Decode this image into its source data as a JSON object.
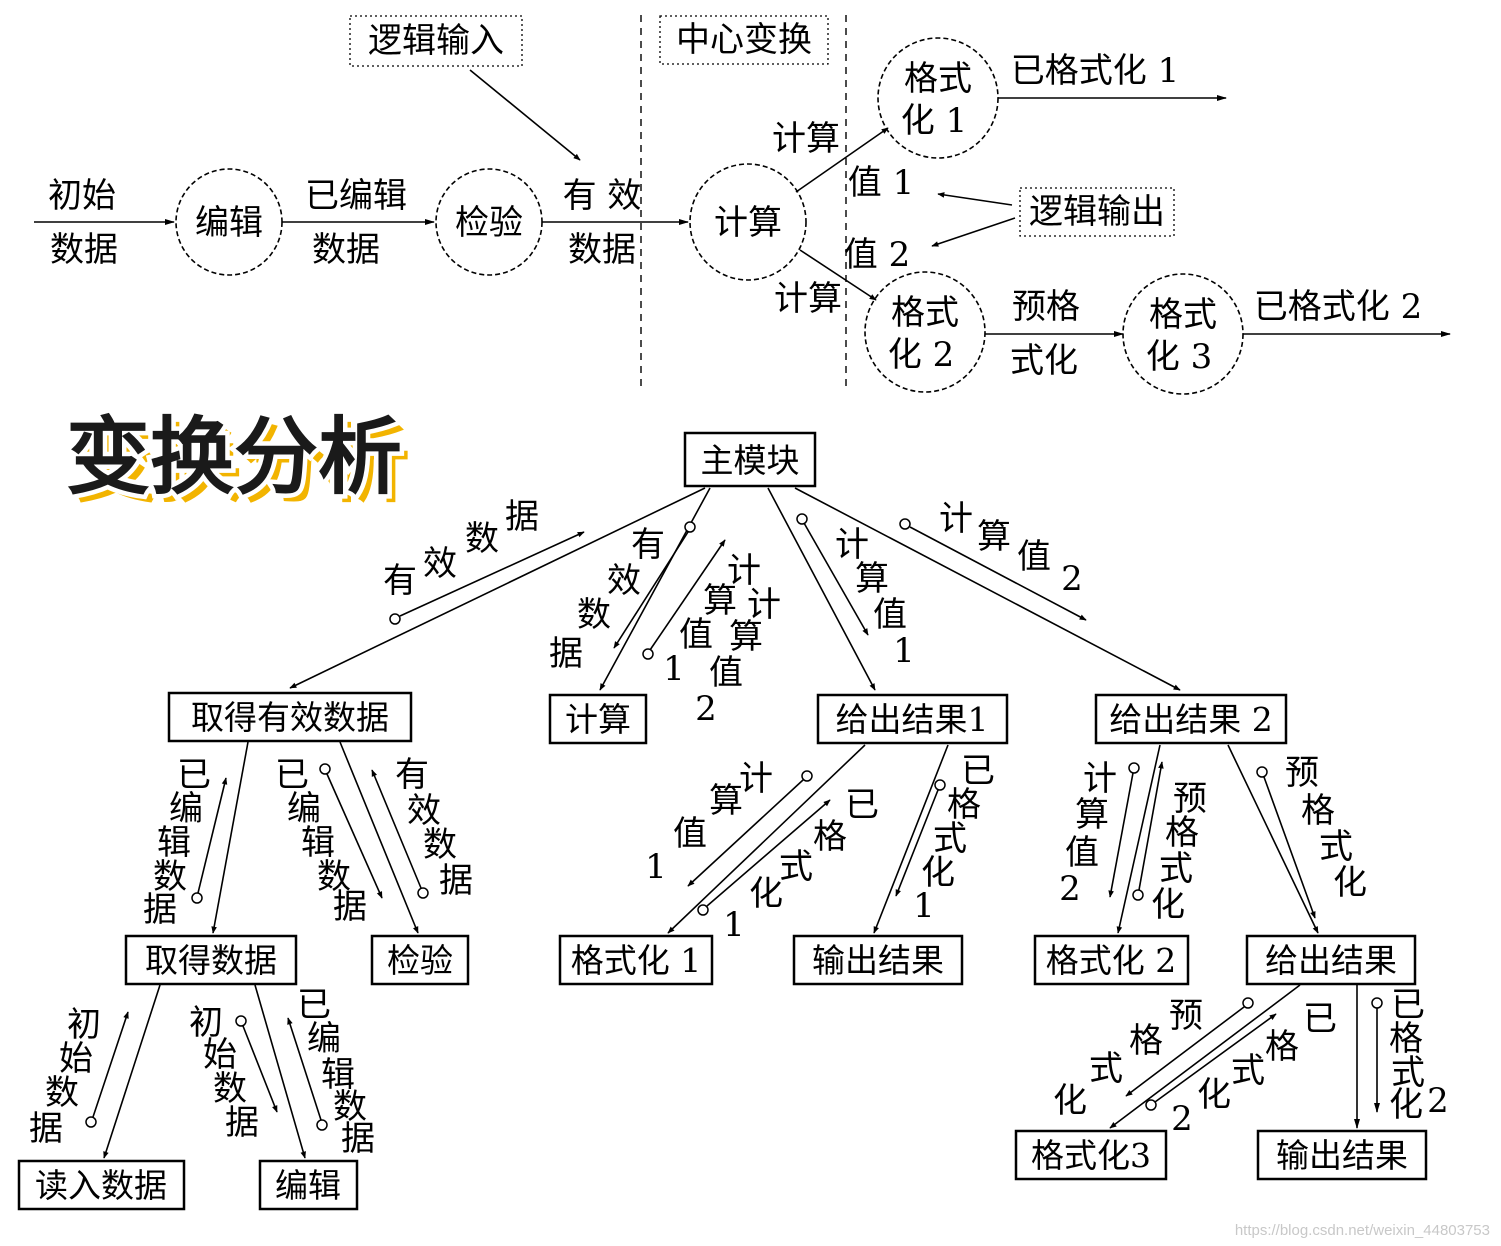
{
  "dfd": {
    "label_logic_input": "逻辑输入",
    "label_center_transform": "中心变换",
    "label_logic_output": "逻辑输出",
    "nodes": {
      "edit": "编辑",
      "check": "检验",
      "compute": "计算",
      "format1_a": "格式",
      "format1_b": "化 1",
      "format2_a": "格式",
      "format2_b": "化 2",
      "format3_a": "格式",
      "format3_b": "化 3"
    },
    "flows": {
      "raw_a": "初始",
      "raw_b": "数据",
      "edited_a": "已编辑",
      "edited_b": "数据",
      "valid_a": "有 效",
      "valid_b": "数据",
      "calc_top": "计算",
      "calc_bottom": "计算",
      "value1": "值 1",
      "value2": "值 2",
      "formatted1": "已格式化 1",
      "preformat_a": "预格",
      "preformat_b": "式化",
      "formatted2": "已格式化 2"
    }
  },
  "title": "变换分析",
  "structure": {
    "main": "主模块",
    "get_valid": "取得有效数据",
    "calc": "计算",
    "out1": "给出结果1",
    "out2": "给出结果 2",
    "get_data": "取得数据",
    "check": "检验",
    "format1": "格式化 1",
    "output_a": "输出结果",
    "format2": "格式化 2",
    "give_result": "给出结果",
    "read": "读入数据",
    "edit": "编辑",
    "format3": "格式化3",
    "output_b": "输出结果"
  },
  "couples": {
    "c_valid": [
      "有",
      "效",
      "数",
      "据"
    ],
    "c_valid_down": [
      "有",
      "效",
      "数",
      "据"
    ],
    "c_calc_up": [
      "计",
      "算",
      "值",
      "1"
    ],
    "c_calc_up2": [
      "计",
      "算",
      "值",
      "2"
    ],
    "c_v1": [
      "计",
      "算",
      "值",
      "1"
    ],
    "c_v2": [
      "计",
      "算",
      "值",
      "2"
    ],
    "c_ed_up": [
      "已",
      "编",
      "辑",
      "数",
      "据"
    ],
    "c_ed_down": [
      "已",
      "编",
      "辑",
      "数",
      "据"
    ],
    "c_valid_up": [
      "有",
      "效",
      "数",
      "据"
    ],
    "c_o1_v1": [
      "计",
      "算",
      "值",
      "1"
    ],
    "c_o1_f": [
      "已",
      "格",
      "式",
      "化",
      "1"
    ],
    "c_o1_f2": [
      "已",
      "格",
      "式",
      "化",
      "1"
    ],
    "c_o2_v2": [
      "计",
      "算",
      "值",
      "2"
    ],
    "c_o2_pre": [
      "预",
      "格",
      "式",
      "化"
    ],
    "c_o2_pre2": [
      "预",
      "格",
      "式",
      "化"
    ],
    "c_raw_up": [
      "初",
      "始",
      "数",
      "据"
    ],
    "c_raw_down": [
      "初",
      "始",
      "数",
      "据"
    ],
    "c_ed2_up": [
      "已",
      "编",
      "辑",
      "数",
      "据"
    ],
    "c_gr_pre": [
      "预",
      "格",
      "式",
      "化"
    ],
    "c_gr_f2": [
      "已",
      "格",
      "式",
      "化",
      "2"
    ],
    "c_gr_f2b": [
      "已",
      "格",
      "式",
      "化",
      "2"
    ]
  },
  "watermark": "https://blog.csdn.net/weixin_44803753"
}
